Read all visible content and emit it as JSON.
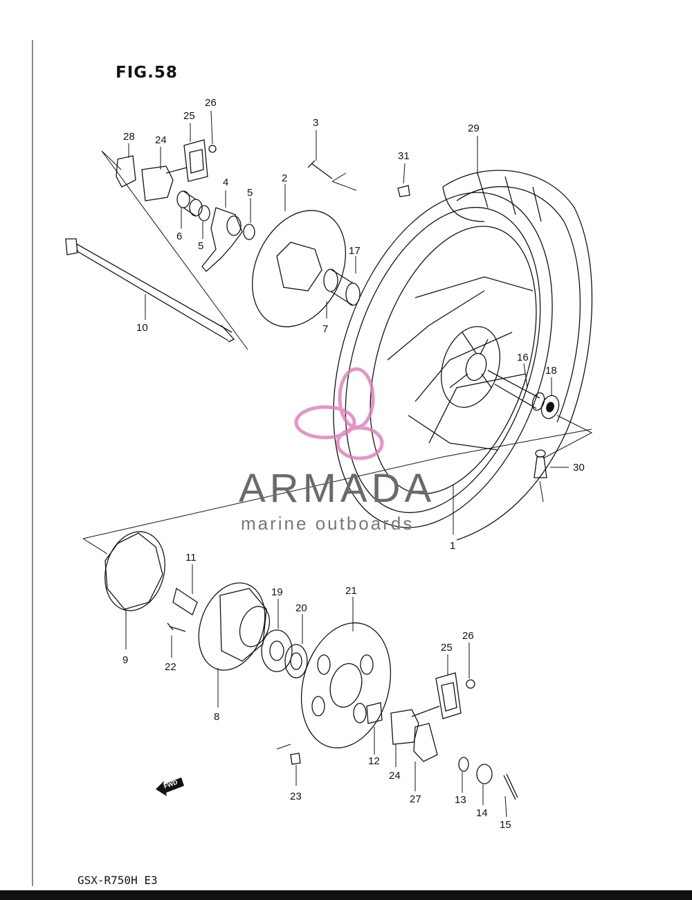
{
  "figure": {
    "title": "FIG.58",
    "model": "GSX-R750H E3"
  },
  "watermark": {
    "brand": "ARMADA",
    "tagline": "marine outboards",
    "logo_color": "#e07ab8"
  },
  "direction_arrow": {
    "label": "FWD"
  },
  "callouts": {
    "c1": "1",
    "c2": "2",
    "c3": "3",
    "c4": "4",
    "c5a": "5",
    "c5b": "5",
    "c6": "6",
    "c7": "7",
    "c8": "8",
    "c9": "9",
    "c10": "10",
    "c11": "11",
    "c12": "12",
    "c13": "13",
    "c14": "14",
    "c15": "15",
    "c16": "16",
    "c17": "17",
    "c18": "18",
    "c19": "19",
    "c20": "20",
    "c21": "21",
    "c22": "22",
    "c23": "23",
    "c24a": "24",
    "c24b": "24",
    "c25a": "25",
    "c25b": "25",
    "c26a": "26",
    "c26b": "26",
    "c27": "27",
    "c28": "28",
    "c29": "29",
    "c30": "30",
    "c31": "31"
  }
}
